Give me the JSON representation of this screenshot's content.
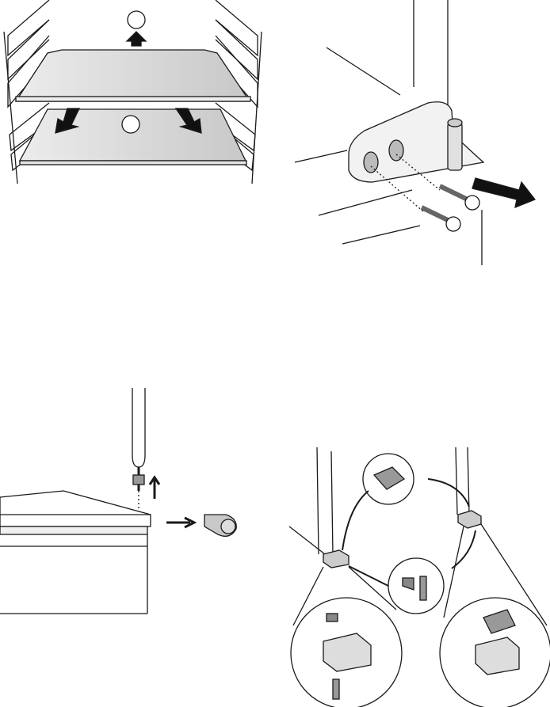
{
  "colors": {
    "line": "#1a1a1a",
    "glass": "#d4d4d4",
    "shelf": "#e3e3e3",
    "part": "#9a9a9a",
    "background": "#ffffff"
  },
  "figures": [
    {
      "id": "remove-shelves"
    },
    {
      "id": "remove-hinge-screws"
    },
    {
      "id": "remove-hinge-pin"
    },
    {
      "id": "move-hinge-parts"
    }
  ]
}
